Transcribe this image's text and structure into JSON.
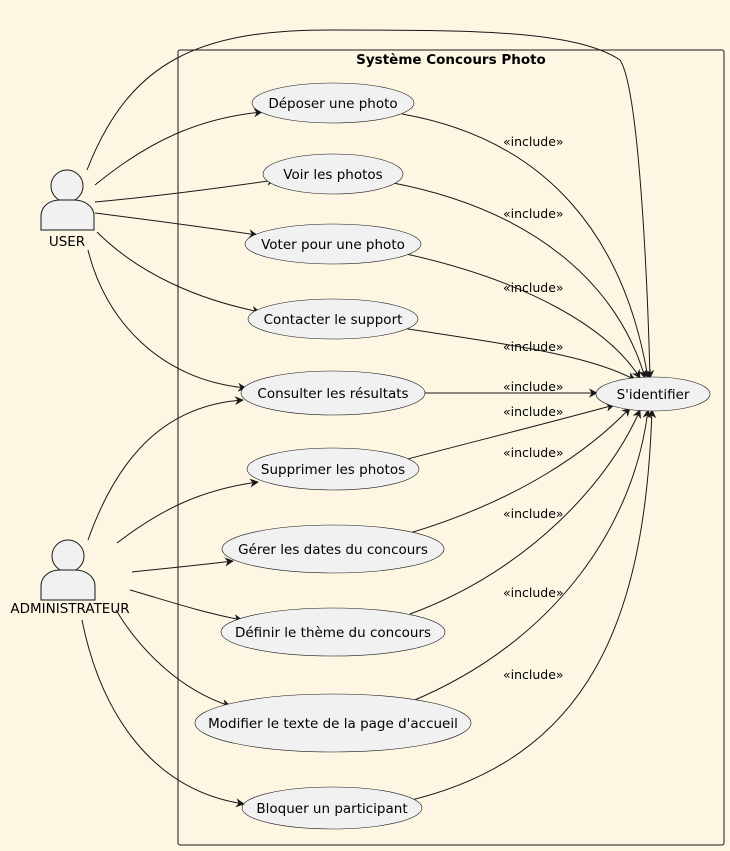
{
  "system": {
    "title": "Système Concours Photo"
  },
  "actors": {
    "user": "USER",
    "admin": "ADMINISTRATEUR"
  },
  "use_cases": {
    "deposer": "Déposer une photo",
    "voir": "Voir les photos",
    "voter": "Voter pour une photo",
    "contacter": "Contacter le support",
    "consulter": "Consulter les résultats",
    "supprimer": "Supprimer les photos",
    "gerer": "Gérer les dates du concours",
    "definir": "Définir le thème du concours",
    "modifier": "Modifier le texte de la page d'accueil",
    "bloquer": "Bloquer un participant",
    "identifier": "S'identifier"
  },
  "include_label": "«include»",
  "colors": {
    "background": "#fdf6e3",
    "fill": "#f1f1f1",
    "stroke": "#181818"
  }
}
